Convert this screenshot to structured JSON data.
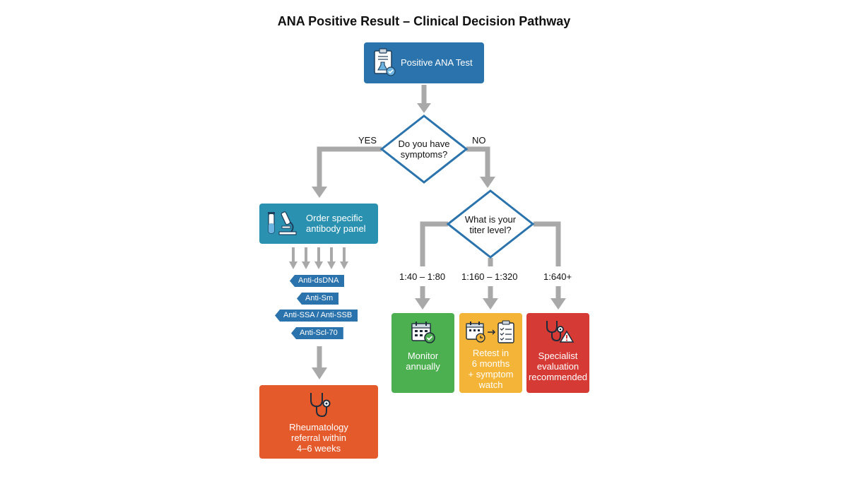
{
  "title": "ANA Positive Result – Clinical Decision Pathway",
  "start": {
    "label": "Positive ANA Test",
    "icon": "clipboard-flask-icon"
  },
  "decision_symptoms": {
    "line1": "Do you have",
    "line2": "symptoms?",
    "yes": "YES",
    "no": "NO"
  },
  "decision_titer": {
    "line1": "What is your",
    "line2": "titer level?"
  },
  "panel": {
    "line1": "Order specific",
    "line2": "antibody panel",
    "icon": "microscope-test-tube-icon"
  },
  "antibodies": [
    "Anti-dsDNA",
    "Anti-Sm",
    "Anti-SSA / Anti-SSB",
    "Anti-Scl-70"
  ],
  "referral": {
    "line1": "Rheumatology",
    "line2": "referral within",
    "line3": "4–6 weeks",
    "icon": "stethoscope-icon"
  },
  "titers": [
    "1:40 – 1:80",
    "1:160 – 1:320",
    "1:640+"
  ],
  "outcomes": [
    {
      "line1": "Monitor",
      "line2": "annually",
      "icon": "calendar-check-icon",
      "color": "#4caf50"
    },
    {
      "line1": "Retest in",
      "line2": "6 months",
      "line3": "+ symptom",
      "line4": "watch",
      "icon": "calendar-clipboard-icon",
      "color": "#f4b437"
    },
    {
      "line1": "Specialist",
      "line2": "evaluation",
      "line3": "recommended",
      "icon": "stethoscope-warning-icon",
      "color": "#d63a35"
    }
  ]
}
